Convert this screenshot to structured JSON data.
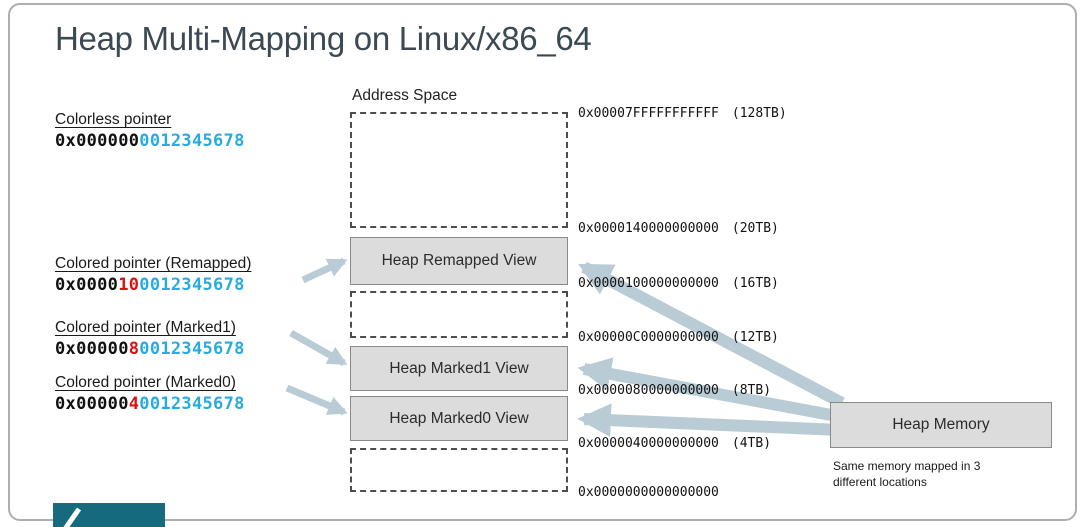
{
  "slide": {
    "title": "Heap Multi-Mapping on Linux/x86_64",
    "address_space_label": "Address Space"
  },
  "pointers": [
    {
      "label": "Colorless pointer",
      "segments": [
        {
          "text": "0x000000",
          "color": "dark"
        },
        {
          "text": "0012345678",
          "color": "blue"
        }
      ]
    },
    {
      "label": "Colored pointer (Remapped)",
      "segments": [
        {
          "text": "0x0000",
          "color": "dark"
        },
        {
          "text": "10",
          "color": "red"
        },
        {
          "text": "0012345678",
          "color": "blue"
        }
      ]
    },
    {
      "label": "Colored pointer (Marked1)",
      "segments": [
        {
          "text": "0x00000",
          "color": "dark"
        },
        {
          "text": "8",
          "color": "red"
        },
        {
          "text": "0012345678",
          "color": "blue"
        }
      ]
    },
    {
      "label": "Colored pointer (Marked0)",
      "segments": [
        {
          "text": "0x00000",
          "color": "dark"
        },
        {
          "text": "4",
          "color": "red"
        },
        {
          "text": "0012345678",
          "color": "blue"
        }
      ]
    }
  ],
  "address_space": {
    "regions": [
      {
        "type": "dashed",
        "label": ""
      },
      {
        "type": "mapped",
        "label": "Heap Remapped View"
      },
      {
        "type": "dashed",
        "label": ""
      },
      {
        "type": "mapped",
        "label": "Heap Marked1 View"
      },
      {
        "type": "mapped",
        "label": "Heap Marked0 View"
      },
      {
        "type": "dashed",
        "label": ""
      }
    ],
    "boundaries": [
      {
        "address": "0x00007FFFFFFFFFFF",
        "size": "(128TB)"
      },
      {
        "address": "0x0000140000000000",
        "size": "(20TB)"
      },
      {
        "address": "0x0000100000000000",
        "size": "(16TB)"
      },
      {
        "address": "0x00000C0000000000",
        "size": "(12TB)"
      },
      {
        "address": "0x0000080000000000",
        "size": "(8TB)"
      },
      {
        "address": "0x0000040000000000",
        "size": "(4TB)"
      },
      {
        "address": "0x0000000000000000",
        "size": ""
      }
    ]
  },
  "heap_memory": {
    "label": "Heap Memory",
    "caption_line1": "Same memory mapped in 3",
    "caption_line2": "different locations"
  },
  "colors": {
    "blue": "#29abe2",
    "red": "#dd1111",
    "arrow": "#b9ccd5",
    "boxfill": "#dcdcdc",
    "boxborder": "#8a8a8a",
    "teal": "#156a7e",
    "title": "#3b4a52"
  }
}
